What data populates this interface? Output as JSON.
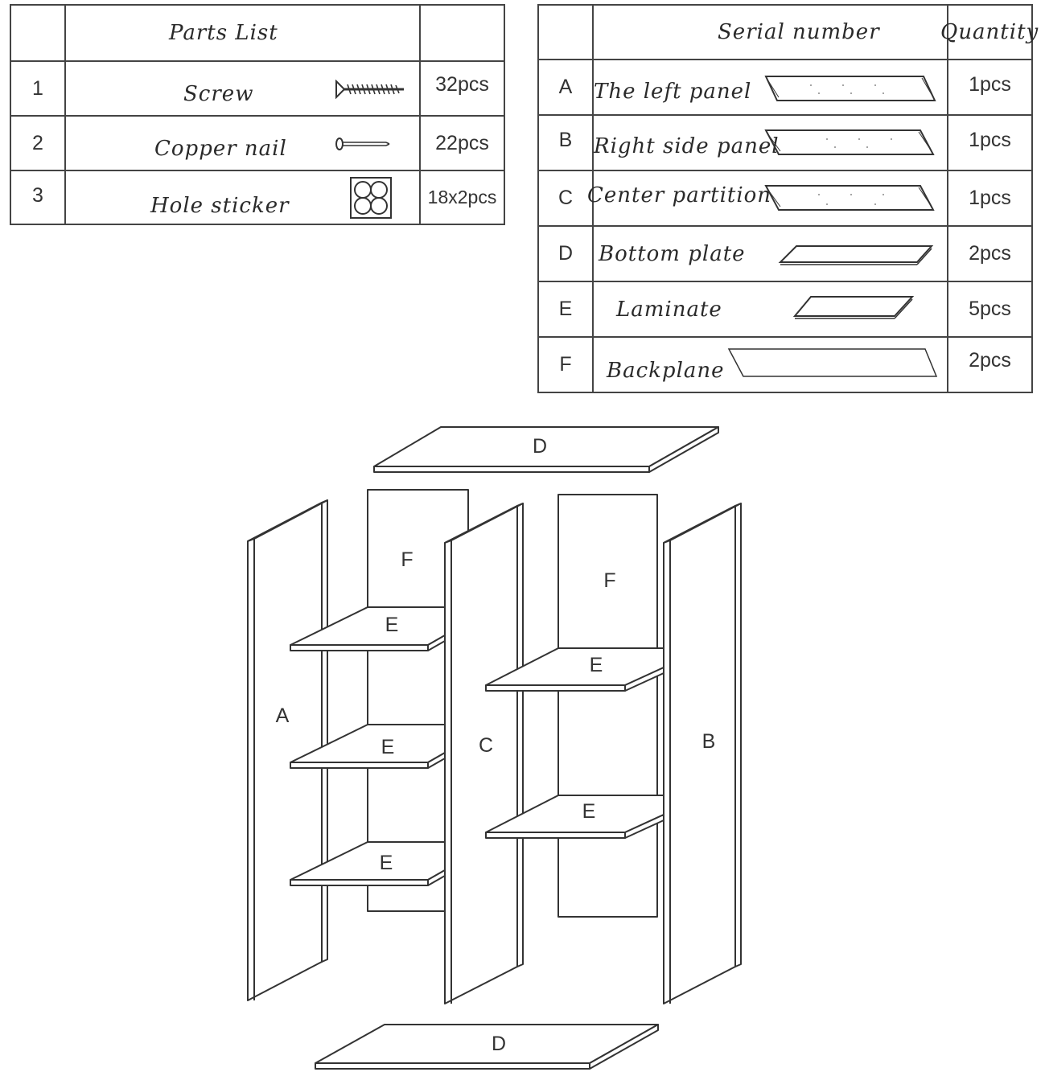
{
  "parts_table": {
    "header": "Parts List",
    "rows": [
      {
        "no": "1",
        "name": "Screw",
        "icon": "screw-icon",
        "qty": "32pcs"
      },
      {
        "no": "2",
        "name": "Copper nail",
        "icon": "nail-icon",
        "qty": "22pcs"
      },
      {
        "no": "3",
        "name": "Hole sticker",
        "icon": "hole-sticker-icon",
        "qty": "18x2pcs"
      }
    ]
  },
  "serial_table": {
    "header_serial": "Serial number",
    "header_qty": "Quantity",
    "rows": [
      {
        "code": "A",
        "name": "The left panel",
        "icon": "panel-icon",
        "qty": "1pcs"
      },
      {
        "code": "B",
        "name": "Right side panel",
        "icon": "panel-icon",
        "qty": "1pcs"
      },
      {
        "code": "C",
        "name": "Center partition",
        "icon": "panel-icon",
        "qty": "1pcs"
      },
      {
        "code": "D",
        "name": "Bottom plate",
        "icon": "plate-icon",
        "qty": "2pcs"
      },
      {
        "code": "E",
        "name": "Laminate",
        "icon": "shelf-icon",
        "qty": "5pcs"
      },
      {
        "code": "F",
        "name": "Backplane",
        "icon": "backplane-icon",
        "qty": "2pcs"
      }
    ]
  },
  "diagram": {
    "labels": {
      "top_plate": "D",
      "bottom_plate": "D",
      "left_panel": "A",
      "center_partition": "C",
      "right_panel": "B",
      "backplane_left": "F",
      "backplane_right": "F",
      "shelf_left_1": "E",
      "shelf_left_2": "E",
      "shelf_left_3": "E",
      "shelf_right_1": "E",
      "shelf_right_2": "E"
    }
  }
}
